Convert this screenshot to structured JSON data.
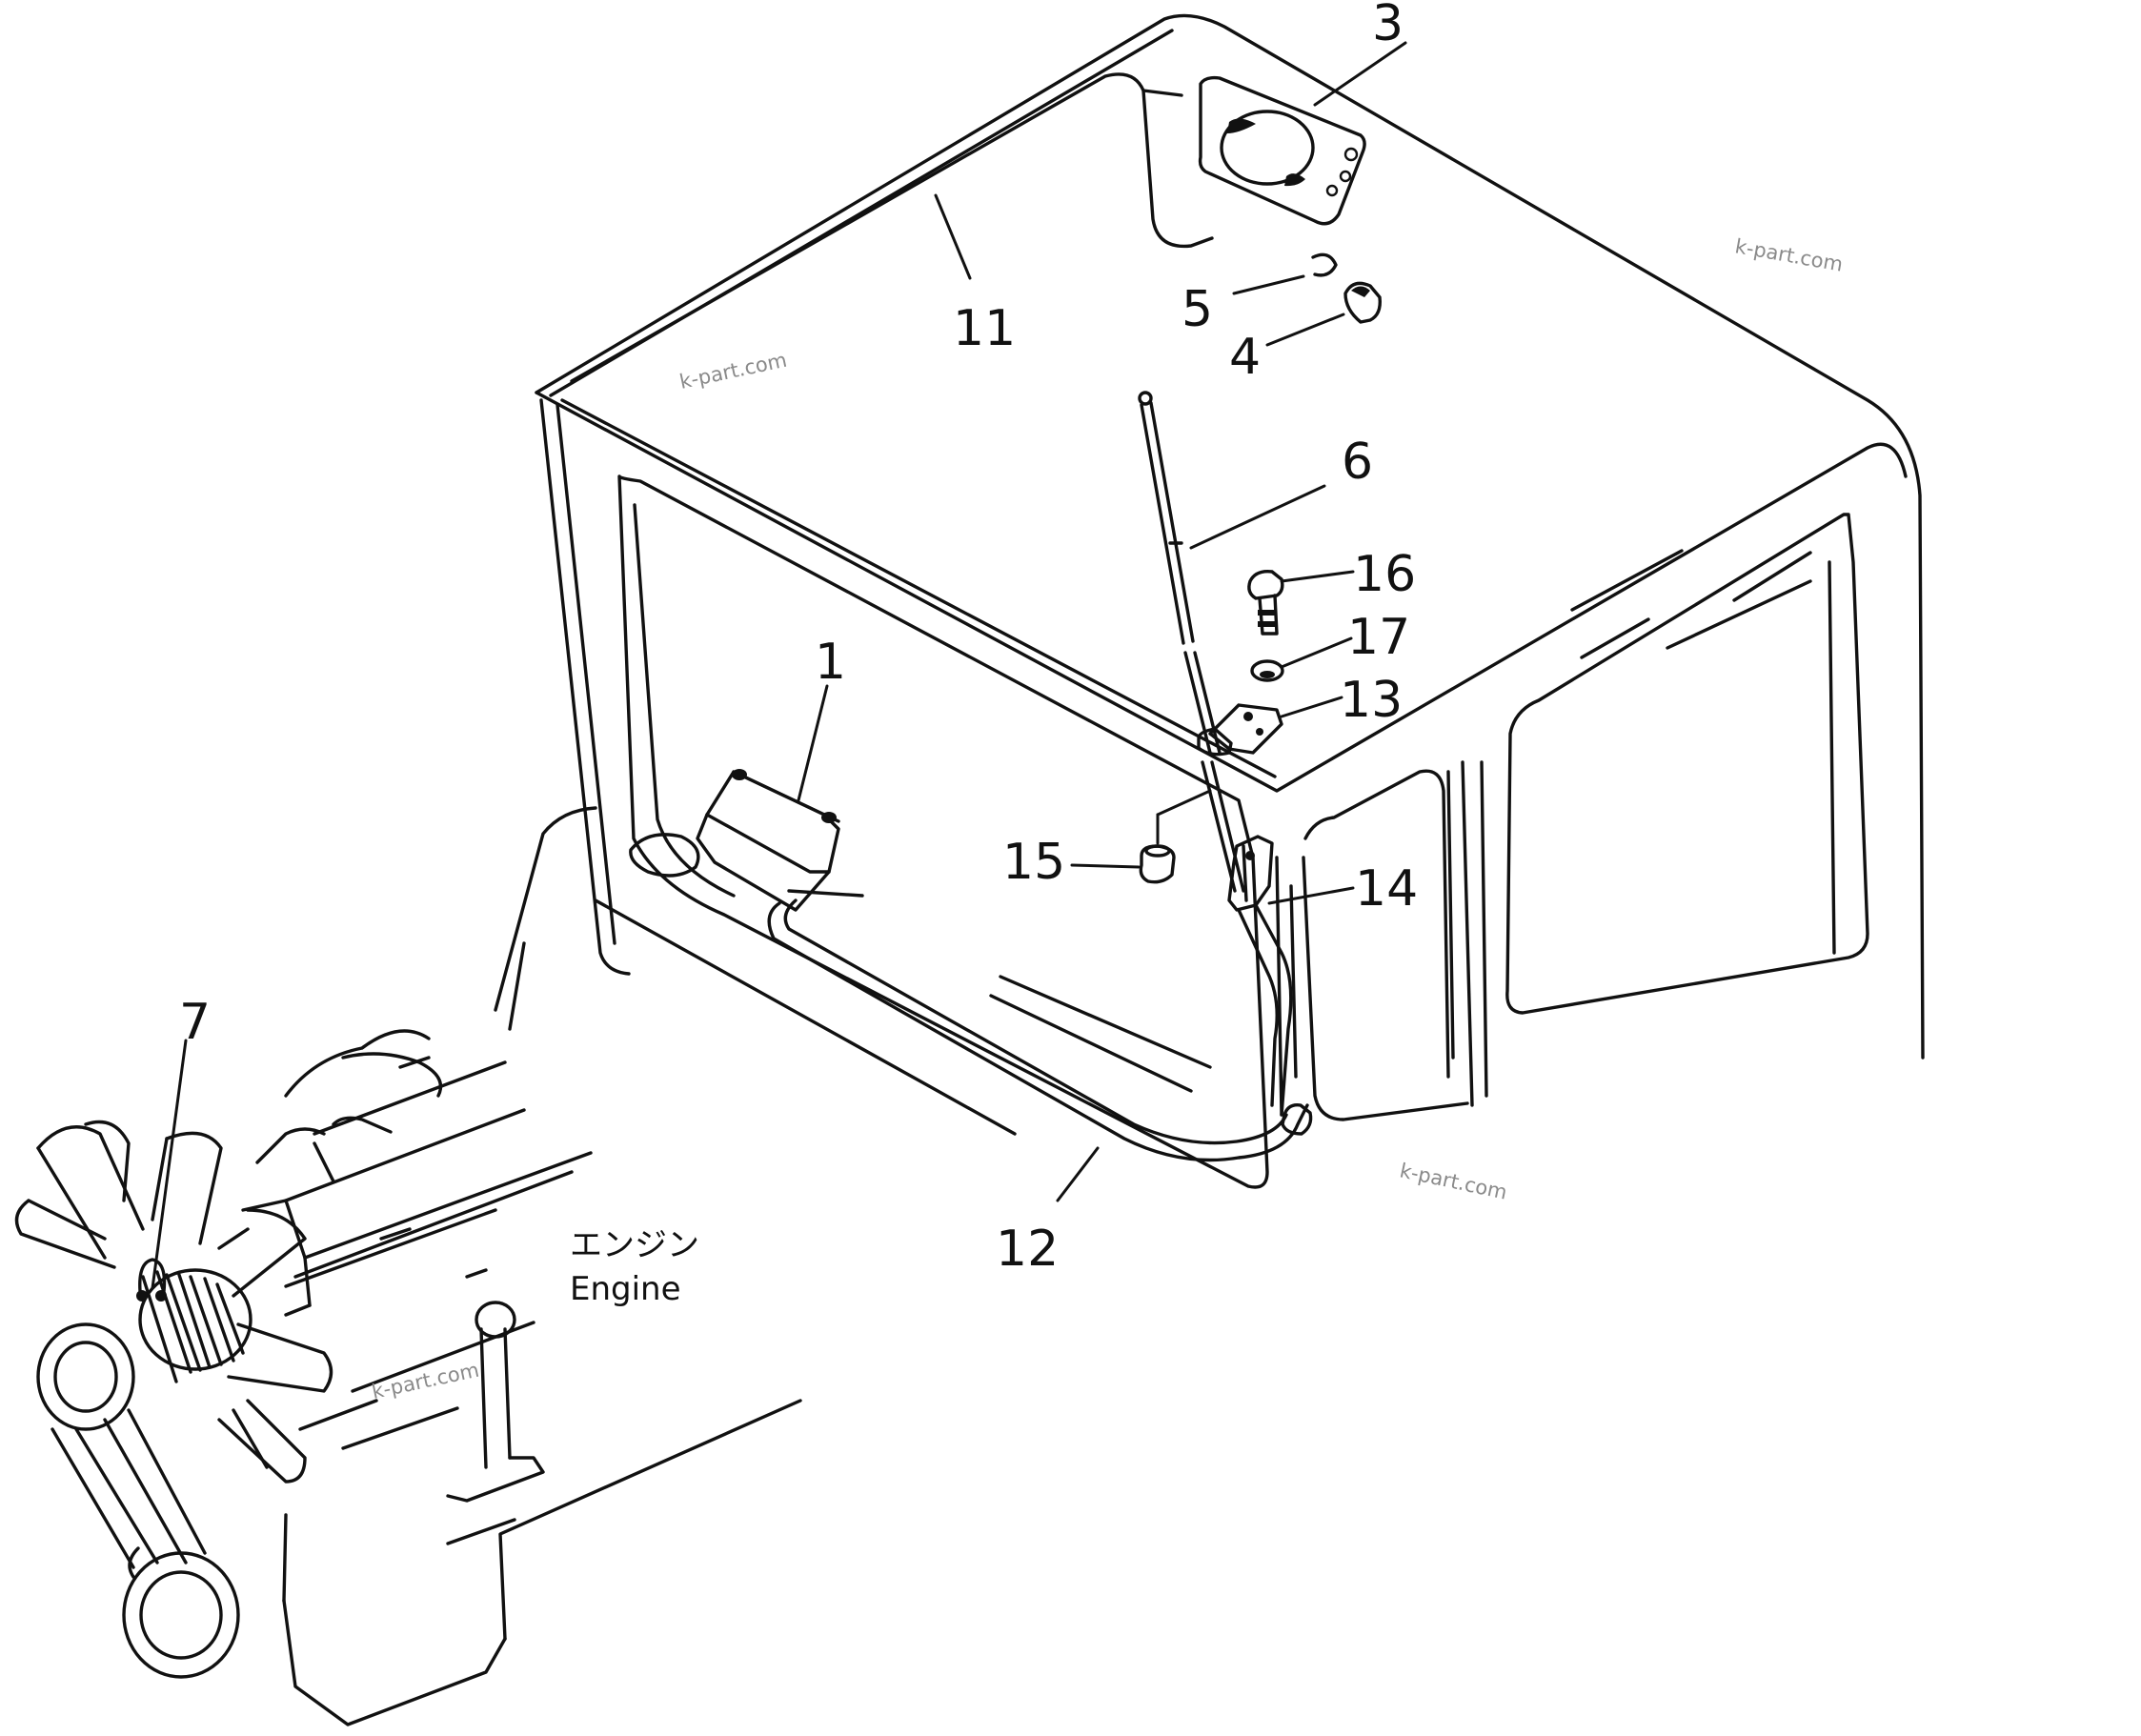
{
  "parts": [
    {
      "id": "part-1",
      "label": "1"
    },
    {
      "id": "part-3",
      "label": "3"
    },
    {
      "id": "part-4",
      "label": "4"
    },
    {
      "id": "part-5",
      "label": "5"
    },
    {
      "id": "part-6",
      "label": "6"
    },
    {
      "id": "part-7",
      "label": "7"
    },
    {
      "id": "part-11",
      "label": "11"
    },
    {
      "id": "part-12",
      "label": "12"
    },
    {
      "id": "part-13",
      "label": "13"
    },
    {
      "id": "part-14",
      "label": "14"
    },
    {
      "id": "part-15",
      "label": "15"
    },
    {
      "id": "part-16",
      "label": "16"
    },
    {
      "id": "part-17",
      "label": "17"
    }
  ],
  "engine_caption": {
    "japanese": "エンジン",
    "english": "Engine"
  },
  "watermark": "k-part.com"
}
